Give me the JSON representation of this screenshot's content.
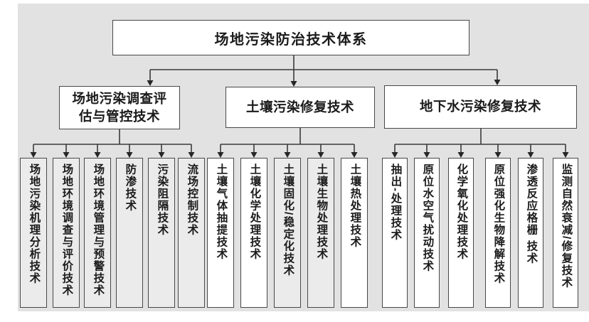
{
  "title": "场地污染防治技术体系",
  "colors": {
    "page_background": "#ffffff",
    "panel_background": "#e2e2e2",
    "box_fill": "#ffffff",
    "box_fill_shaded": "#ebebeb",
    "box_border": "#484848",
    "connector_line": "#3a3a3a",
    "text": "#1b1b1b"
  },
  "groups": [
    {
      "header": "场地污染调查评\n估与管控技术",
      "leaves": [
        "场地污染机理分析技术",
        "场地环境调查与评价技术",
        "场地环境管理与预警技术",
        "防渗技术",
        "污染阻隔技术",
        "流场控制技术"
      ]
    },
    {
      "header": "土壤污染修复技术",
      "leaves": [
        "土壤气体抽提技术",
        "土壤化学处理技术",
        "土壤固化/稳定化技术",
        "土壤生物处理技术",
        "土壤热处理技术"
      ]
    },
    {
      "header": "地下水污染修复技术",
      "leaves": [
        "抽出-处理技术",
        "原位水空气扰动技术",
        "化学氧化处理技术",
        "原位强化生物降解技术",
        "渗透反应格栅 技术",
        "监测自然衰减/修复技术"
      ]
    }
  ]
}
